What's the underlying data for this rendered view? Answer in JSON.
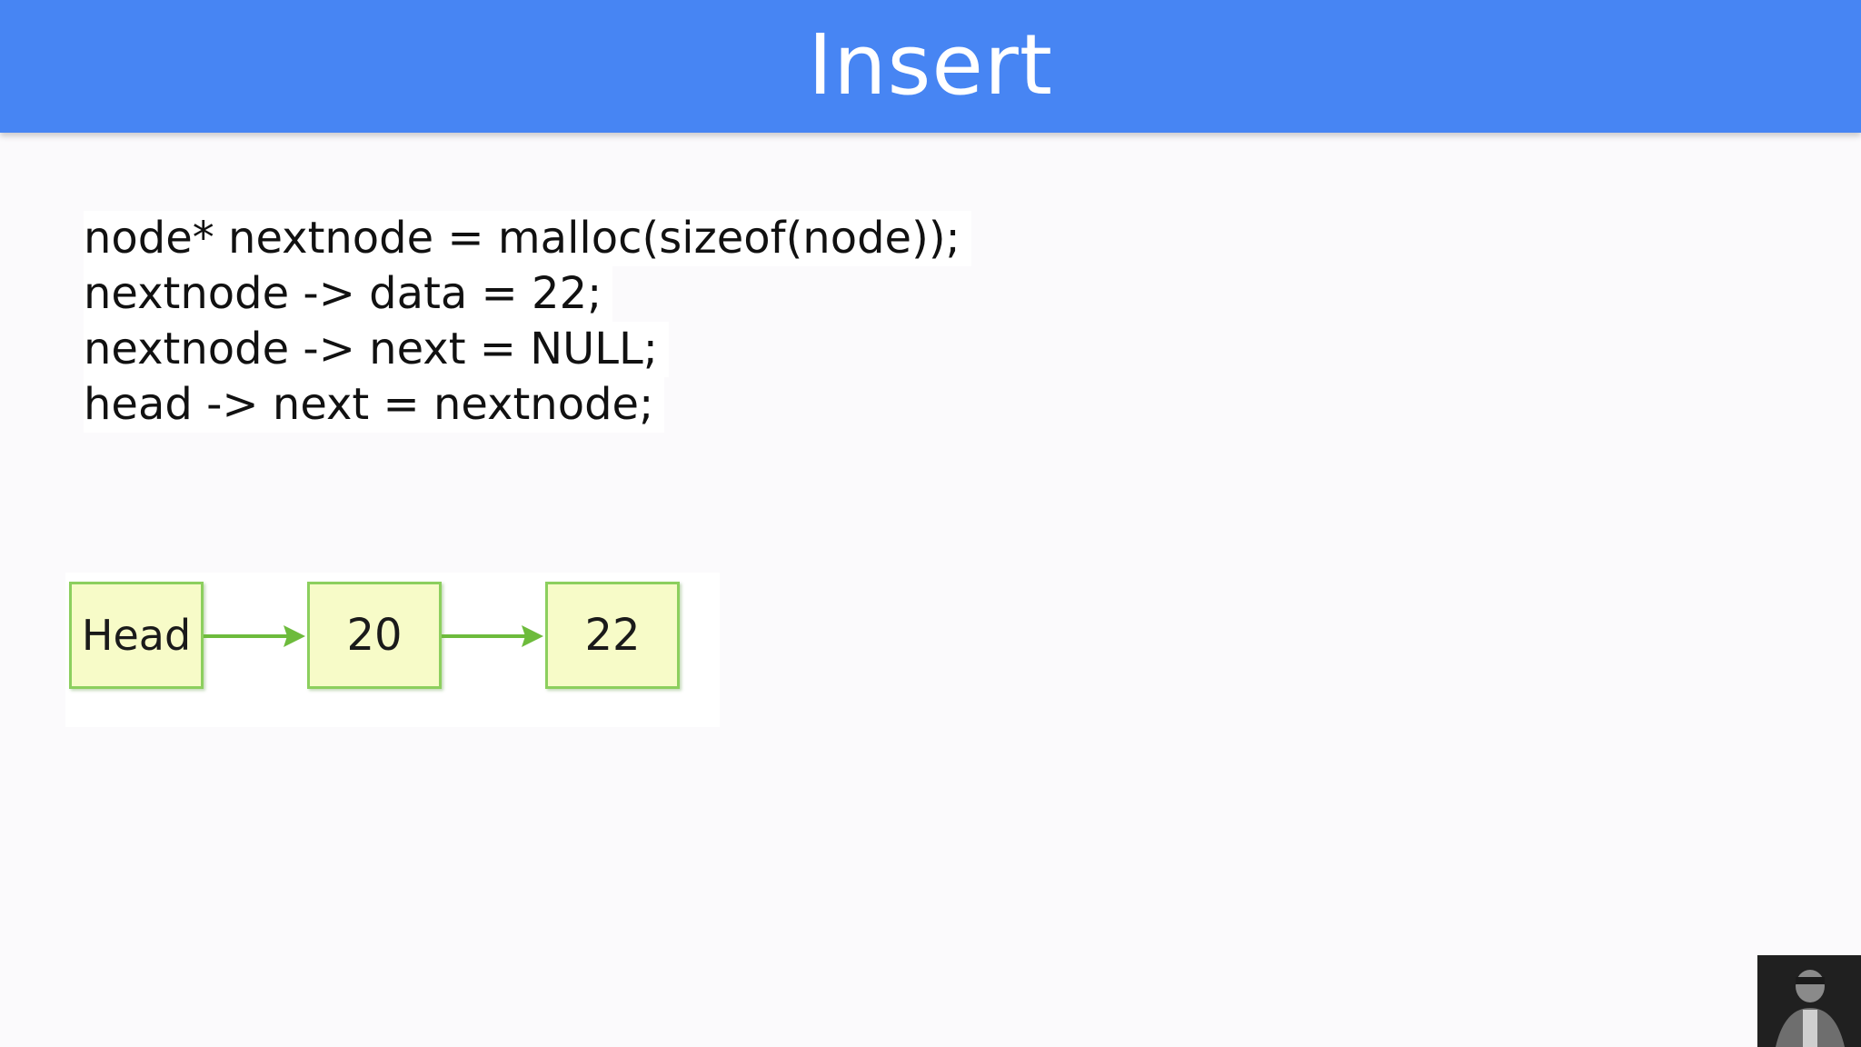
{
  "slide": {
    "title": "Insert",
    "title_bar_color": "#4785f3",
    "background_color": "#fbfafc"
  },
  "code": {
    "lines": [
      "node* nextnode = malloc(sizeof(node));",
      "nextnode -> data = 22;",
      "nextnode -> next = NULL;",
      "head -> next = nextnode;"
    ]
  },
  "diagram": {
    "nodes": [
      {
        "label": "Head"
      },
      {
        "label": "20"
      },
      {
        "label": "22"
      }
    ],
    "node_fill": "#f7fbc8",
    "node_border": "#8ccf5e",
    "arrow_color": "#6dbb3c"
  },
  "presenter": {
    "icon": "presenter-webcam-thumbnail"
  }
}
